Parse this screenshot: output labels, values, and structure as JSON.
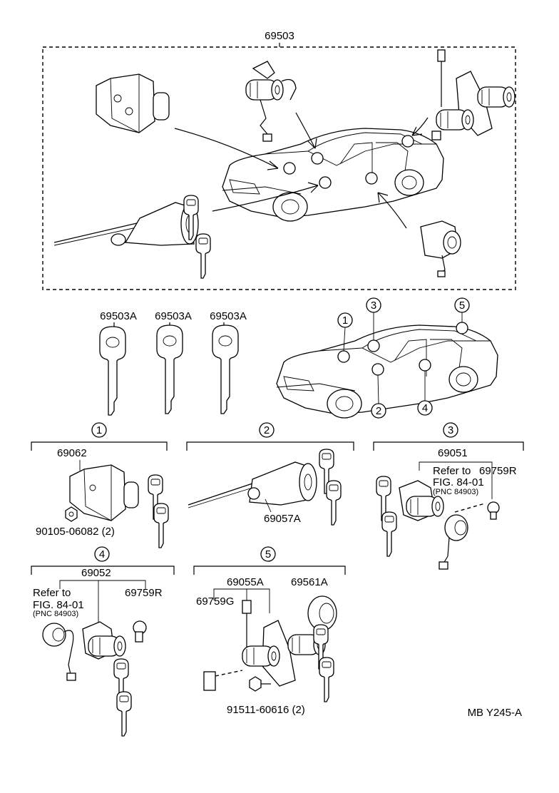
{
  "top": {
    "assembly_no": "69503"
  },
  "keys": {
    "k1": "69503A",
    "k2": "69503A",
    "k3": "69503A"
  },
  "locations": {
    "n1": "1",
    "n2": "2",
    "n3": "3",
    "n4": "4",
    "n5": "5"
  },
  "sec1": {
    "num": "1",
    "part_a": "69062",
    "bolt": "90105-06082 (2)"
  },
  "sec2": {
    "num": "2",
    "part_a": "69057A"
  },
  "sec3": {
    "num": "3",
    "part_a": "69051",
    "ref1": "Refer to",
    "ref2": "FIG.  84-01",
    "ref3": "(PNC 84903)",
    "part_b": "69759R"
  },
  "sec4": {
    "num": "4",
    "part_a": "69052",
    "ref1": "Refer to",
    "ref2": "FIG.  84-01",
    "ref3": "(PNC 84903)",
    "part_b": "69759R"
  },
  "sec5": {
    "num": "5",
    "part_a": "69055A",
    "part_b": "69561A",
    "part_c": "69759G",
    "bolt": "91511-60616 (2)"
  },
  "footer": {
    "code": "MB  Y245-A"
  }
}
